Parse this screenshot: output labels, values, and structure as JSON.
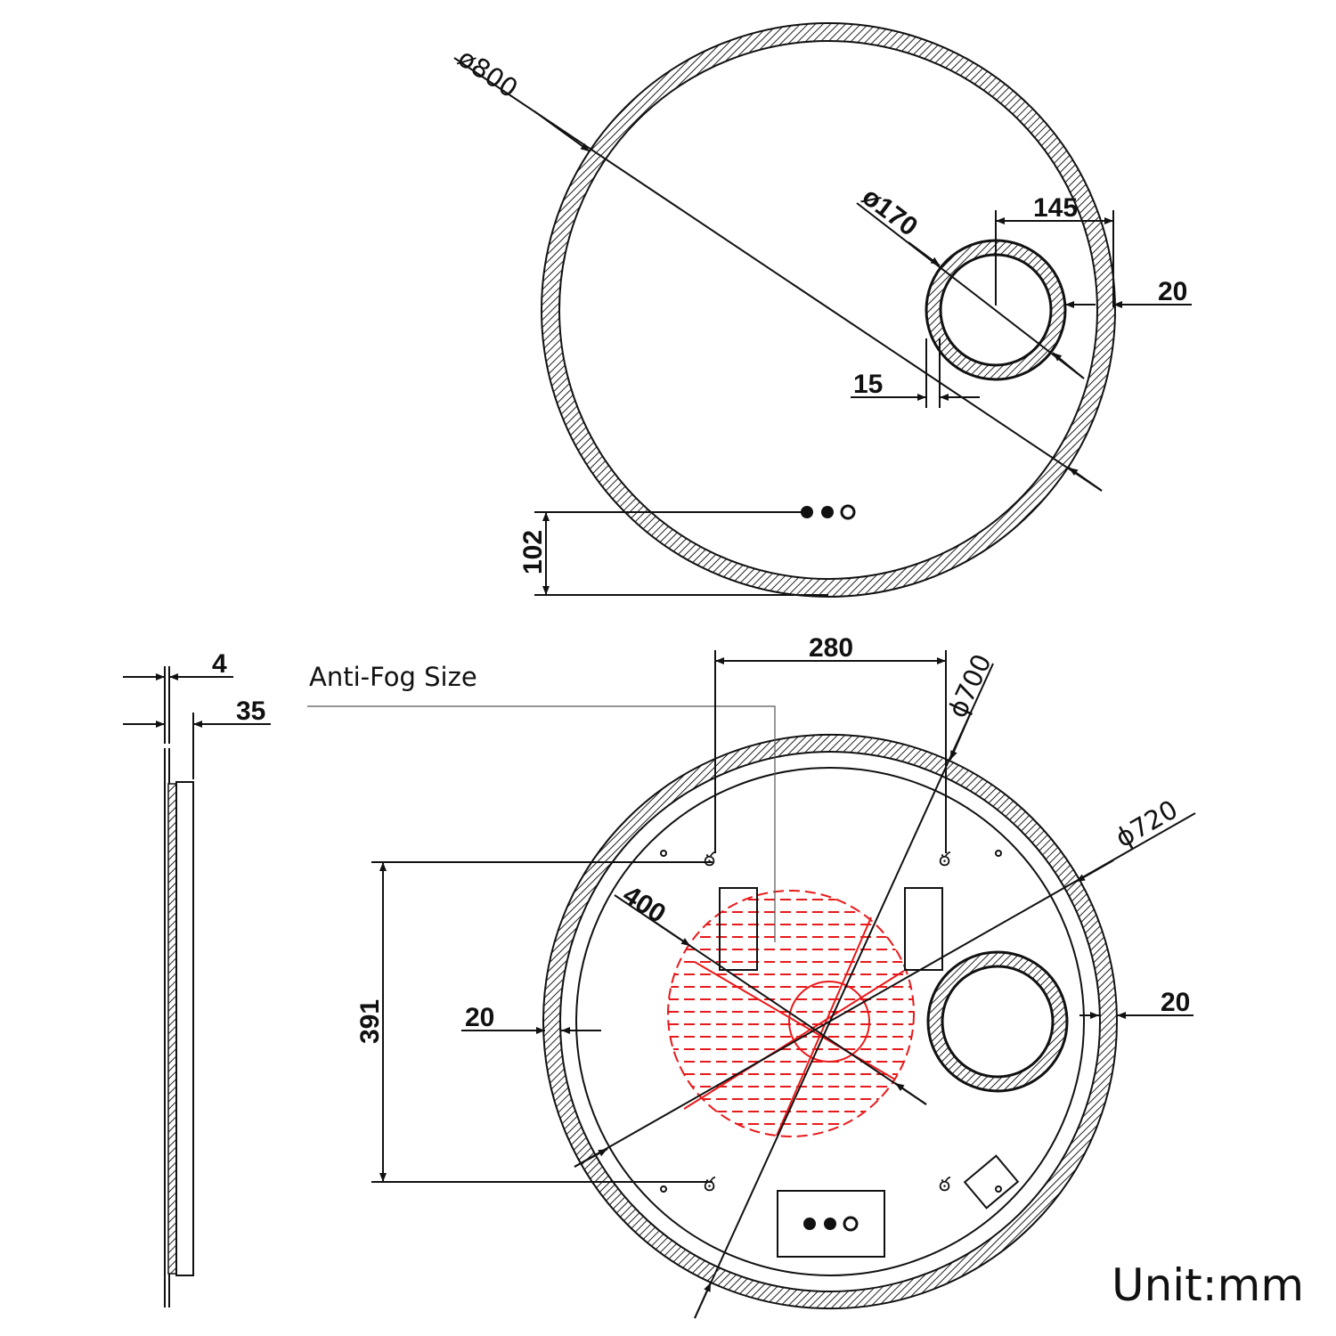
{
  "top_view": {
    "diameter_outer": "ø800",
    "diameter_ring": "ø170",
    "offset_ring": "145",
    "ring_edge_gap": "20",
    "ring_width": "15",
    "button_height": "102"
  },
  "back_view": {
    "anti_fog_label": "Anti-Fog Size",
    "hook_spacing_horizontal": "280",
    "hook_spacing_vertical": "391",
    "diameter_700": "ϕ700",
    "diameter_720": "ϕ720",
    "anti_fog_diameter": "400",
    "edge_left": "20",
    "edge_right": "20"
  },
  "side_view": {
    "glass_thickness": "4",
    "total_depth": "35"
  },
  "unit_label": "Unit:mm",
  "colors": {
    "line": "#111111",
    "anti_fog": "#e8191a"
  }
}
